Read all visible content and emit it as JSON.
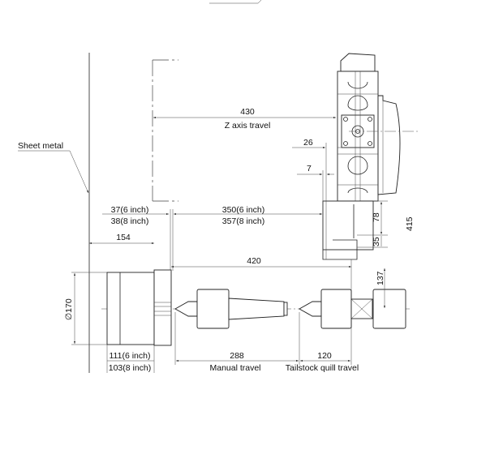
{
  "labels": {
    "sheet_metal": "Sheet metal",
    "z_travel_value": "430",
    "z_travel_label": "Z axis travel",
    "dim_26": "26",
    "dim_7": "7",
    "dim_37": "37(6 inch)",
    "dim_38": "38(8 inch)",
    "dim_350": "350(6 inch)",
    "dim_357": "357(8 inch)",
    "dim_154": "154",
    "dim_420": "420",
    "dim_78": "78",
    "dim_35": "35",
    "dim_415": "415",
    "dim_137": "137",
    "dim_170": "∅170",
    "dim_111": "111(6 inch)",
    "dim_103": "103(8 inch)",
    "dim_288": "288",
    "manual_travel": "Manual travel",
    "dim_120": "120",
    "quill_travel": "Tailstock quill travel"
  }
}
